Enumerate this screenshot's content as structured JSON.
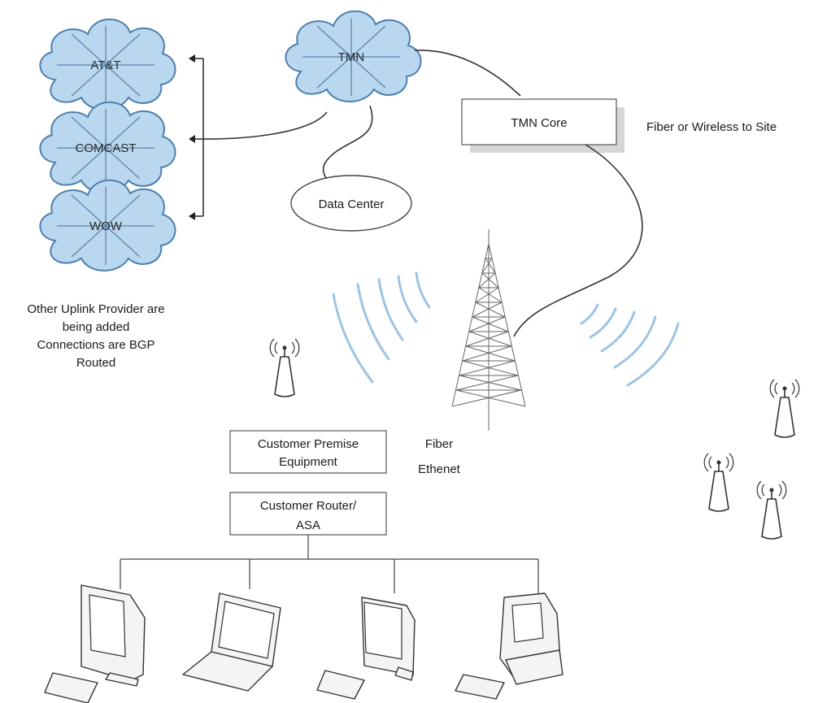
{
  "clouds": {
    "att": "AT&T",
    "comcast": "COMCAST",
    "wow": "WOW",
    "tmn": "TMN"
  },
  "data_center": "Data Center",
  "tmn_core": "TMN Core",
  "fiber_wireless": "Fiber or Wireless to Site",
  "uplink_note": {
    "line1": "Other Uplink Provider are",
    "line2": "being added",
    "line3": "Connections are BGP",
    "line4": "Routed"
  },
  "cpe": {
    "line1": "Customer Premise",
    "line2": "Equipment"
  },
  "router": {
    "line1": "Customer Router/",
    "line2": "ASA"
  },
  "fiber_ethernet": {
    "line1": "Fiber",
    "line2": "Ethenet"
  },
  "icons": [
    "cloud-icon",
    "cell-tower-icon",
    "wireless-access-point-icon",
    "desktop-computer-icon",
    "laptop-icon"
  ]
}
